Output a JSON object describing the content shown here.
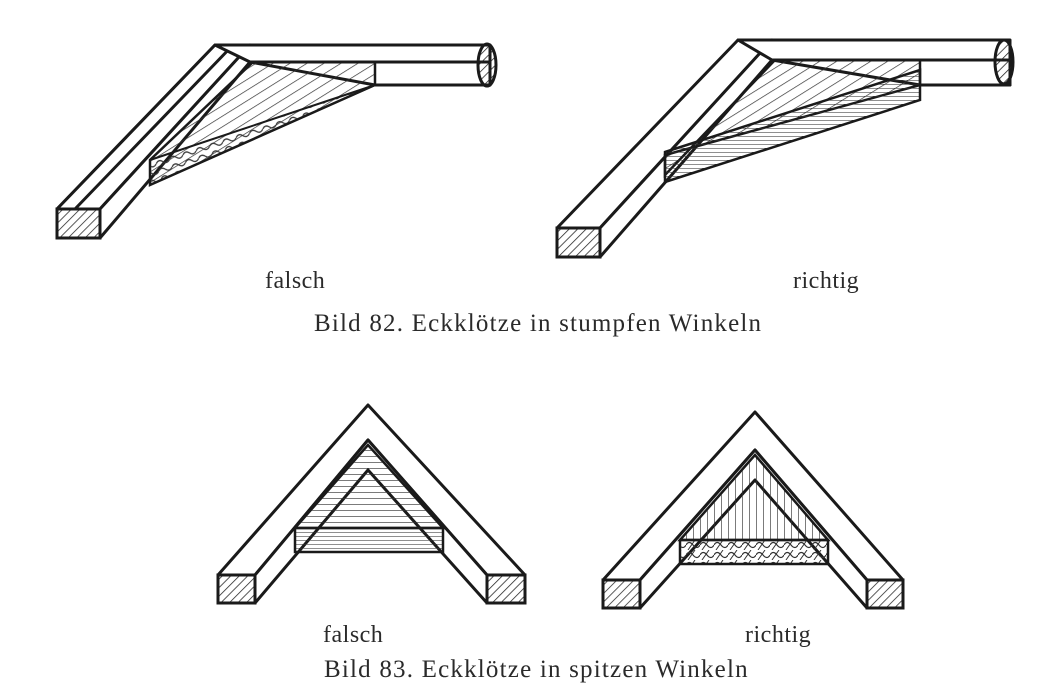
{
  "figure_82": {
    "label_wrong": "falsch",
    "label_right": "richtig",
    "caption": "Bild 82. Eckklötze in stumpfen Winkeln"
  },
  "figure_83": {
    "label_wrong": "falsch",
    "label_right": "richtig",
    "caption": "Bild 83. Eckklötze in spitzen Winkeln"
  }
}
